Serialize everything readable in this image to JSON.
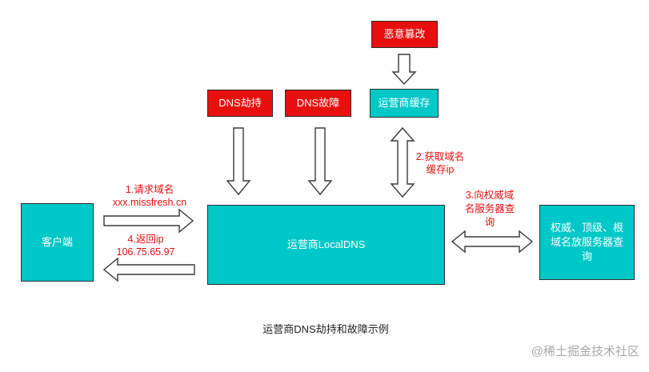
{
  "boxes": {
    "tamper": {
      "label": "恶意篡改"
    },
    "dns_hijack": {
      "label": "DNS劫持"
    },
    "dns_fault": {
      "label": "DNS故障"
    },
    "isp_cache": {
      "label": "运营商缓存"
    },
    "client": {
      "label": "客户端"
    },
    "local_dns": {
      "label": "运营商LocalDNS"
    },
    "authoritative": {
      "lines": [
        "权威、顶级、根",
        "域名放服务器查",
        "询"
      ]
    }
  },
  "annotations": {
    "request": {
      "lines": [
        "1.请求域名",
        "xxx.missfresh.cn"
      ]
    },
    "cache_fetch": {
      "lines": [
        "2.获取域名",
        "缓存ip"
      ]
    },
    "query_authoritative": {
      "lines": [
        "3.向权威域",
        "名服务器查",
        "询"
      ]
    },
    "return_ip": {
      "lines": [
        "4.返回ip",
        "106.75.65.97"
      ]
    }
  },
  "caption": "运营商DNS劫持和故障示例",
  "watermark": "@稀土掘金技术社区",
  "colors": {
    "alert": "#e8100e",
    "node": "#00c8c8",
    "annotation_text": "#e8100e",
    "arrow_stroke": "#3a3a3a"
  }
}
